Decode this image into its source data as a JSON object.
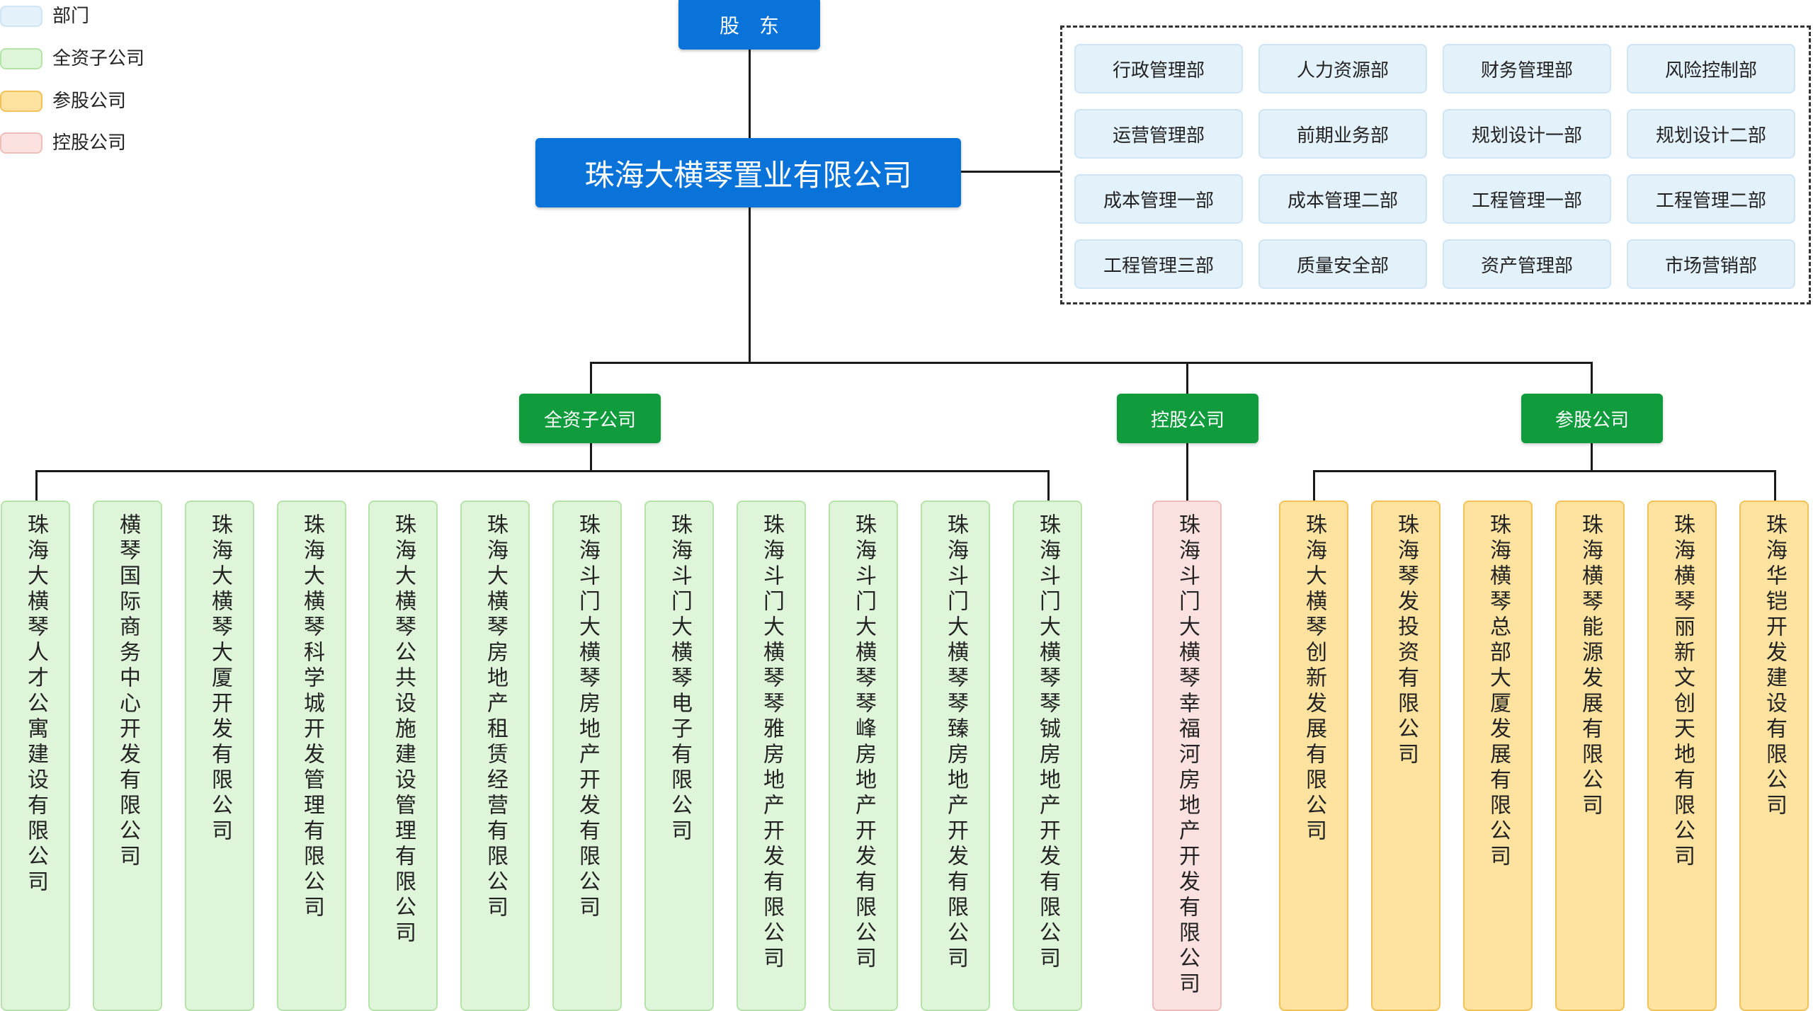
{
  "legend": [
    {
      "label": "部门",
      "fill": "#e3f1fb",
      "border": "#cfe4f4"
    },
    {
      "label": "全资子公司",
      "fill": "#dff5d9",
      "border": "#b6e3aa"
    },
    {
      "label": "参股公司",
      "fill": "#fde2a0",
      "border": "#f3c257"
    },
    {
      "label": "控股公司",
      "fill": "#fbe1df",
      "border": "#eebdb7"
    }
  ],
  "shareholder": "股　东",
  "company": "珠海大横琴置业有限公司",
  "departments": [
    "行政管理部",
    "人力资源部",
    "财务管理部",
    "风险控制部",
    "运营管理部",
    "前期业务部",
    "规划设计一部",
    "规划设计二部",
    "成本管理一部",
    "成本管理二部",
    "工程管理一部",
    "工程管理二部",
    "工程管理三部",
    "质量安全部",
    "资产管理部",
    "市场营销部"
  ],
  "groups": {
    "wholly_owned": "全资子公司",
    "holding": "控股公司",
    "equity": "参股公司"
  },
  "wholly_owned_companies": [
    "珠海大横琴人才公寓建设有限公司",
    "横琴国际商务中心开发有限公司",
    "珠海大横琴大厦开发有限公司",
    "珠海大横琴科学城开发管理有限公司",
    "珠海大横琴公共设施建设管理有限公司",
    "珠海大横琴房地产租赁经营有限公司",
    "珠海斗门大横琴房地产开发有限公司",
    "珠海斗门大横琴电子有限公司",
    "珠海斗门大横琴琴雅房地产开发有限公司",
    "珠海斗门大横琴琴峰房地产开发有限公司",
    "珠海斗门大横琴琴臻房地产开发有限公司",
    "珠海斗门大横琴琴铖房地产开发有限公司"
  ],
  "holding_companies": [
    "珠海斗门大横琴幸福河房地产开发有限公司"
  ],
  "equity_companies": [
    "珠海大横琴创新发展有限公司",
    "珠海琴发投资有限公司",
    "珠海横琴总部大厦发展有限公司",
    "珠海横琴能源发展有限公司",
    "珠海横琴丽新文创天地有限公司",
    "珠海华铠开发建设有限公司"
  ],
  "colors": {
    "primary_blue": "#0a73d9",
    "group_green": "#109c3c",
    "department": "#e3f1fb",
    "wholly_owned": "#dff5d9",
    "holding": "#fbe1df",
    "equity": "#fde2a0"
  }
}
